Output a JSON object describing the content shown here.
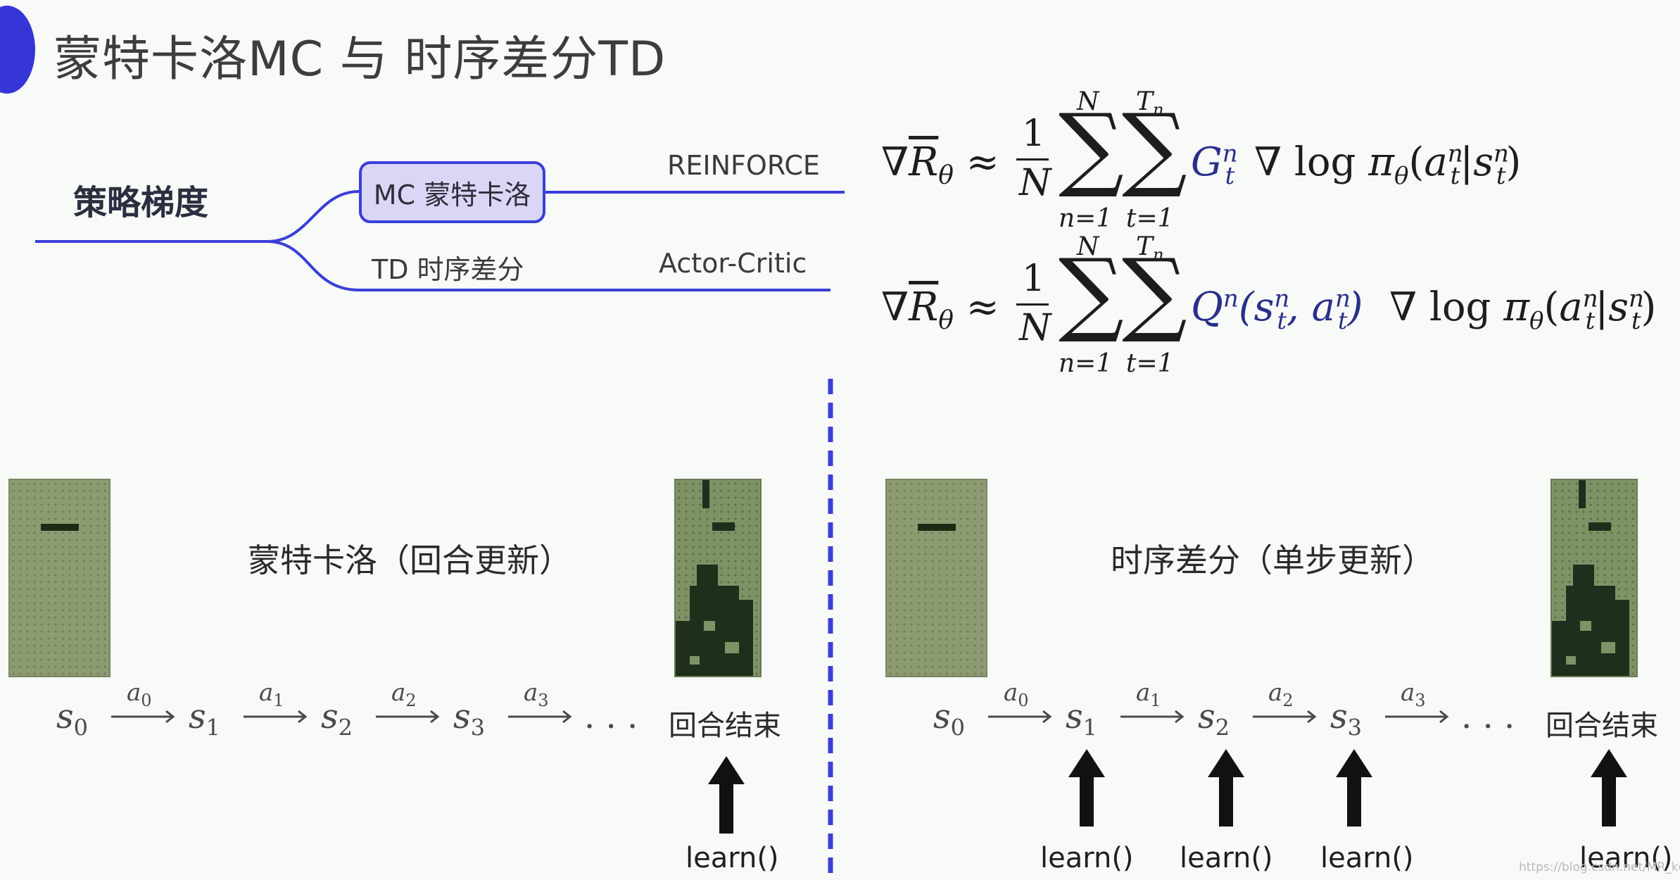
{
  "title": "蒙特卡洛MC 与 时序差分TD",
  "mindmap": {
    "root": "策略梯度",
    "mc_node": "MC 蒙特卡洛",
    "td_node": "TD 时序差分",
    "reinforce": "REINFORCE",
    "actor_critic": "Actor-Critic",
    "line_color": "#3b3ed8"
  },
  "formulas": {
    "grad_lhs": "∇R̄θ ≈",
    "frac_num": "1",
    "frac_den": "N",
    "sum1_top": "N",
    "sum1_bottom": "n=1",
    "sum2_top": "Tn",
    "sum2_bottom": "t=1",
    "reinforce_term": "G",
    "ac_term": "Q",
    "log_term": "∇ log πθ"
  },
  "mc_panel": {
    "caption": "蒙特卡洛（回合更新）",
    "states": [
      "s0",
      "s1",
      "s2",
      "s3"
    ],
    "actions": [
      "a0",
      "a1",
      "a2",
      "a3"
    ],
    "ellipsis": ". . .",
    "end_label": "回合结束",
    "learn": "learn()"
  },
  "td_panel": {
    "caption": "时序差分（单步更新）",
    "states": [
      "s0",
      "s1",
      "s2",
      "s3"
    ],
    "actions": [
      "a0",
      "a1",
      "a2",
      "a3"
    ],
    "ellipsis": ". . .",
    "end_label": "回合结束",
    "learn": "learn()"
  },
  "divider_color": "#3b3ed8",
  "watermark": "https://blog.csdn.net/MR_kdcon"
}
